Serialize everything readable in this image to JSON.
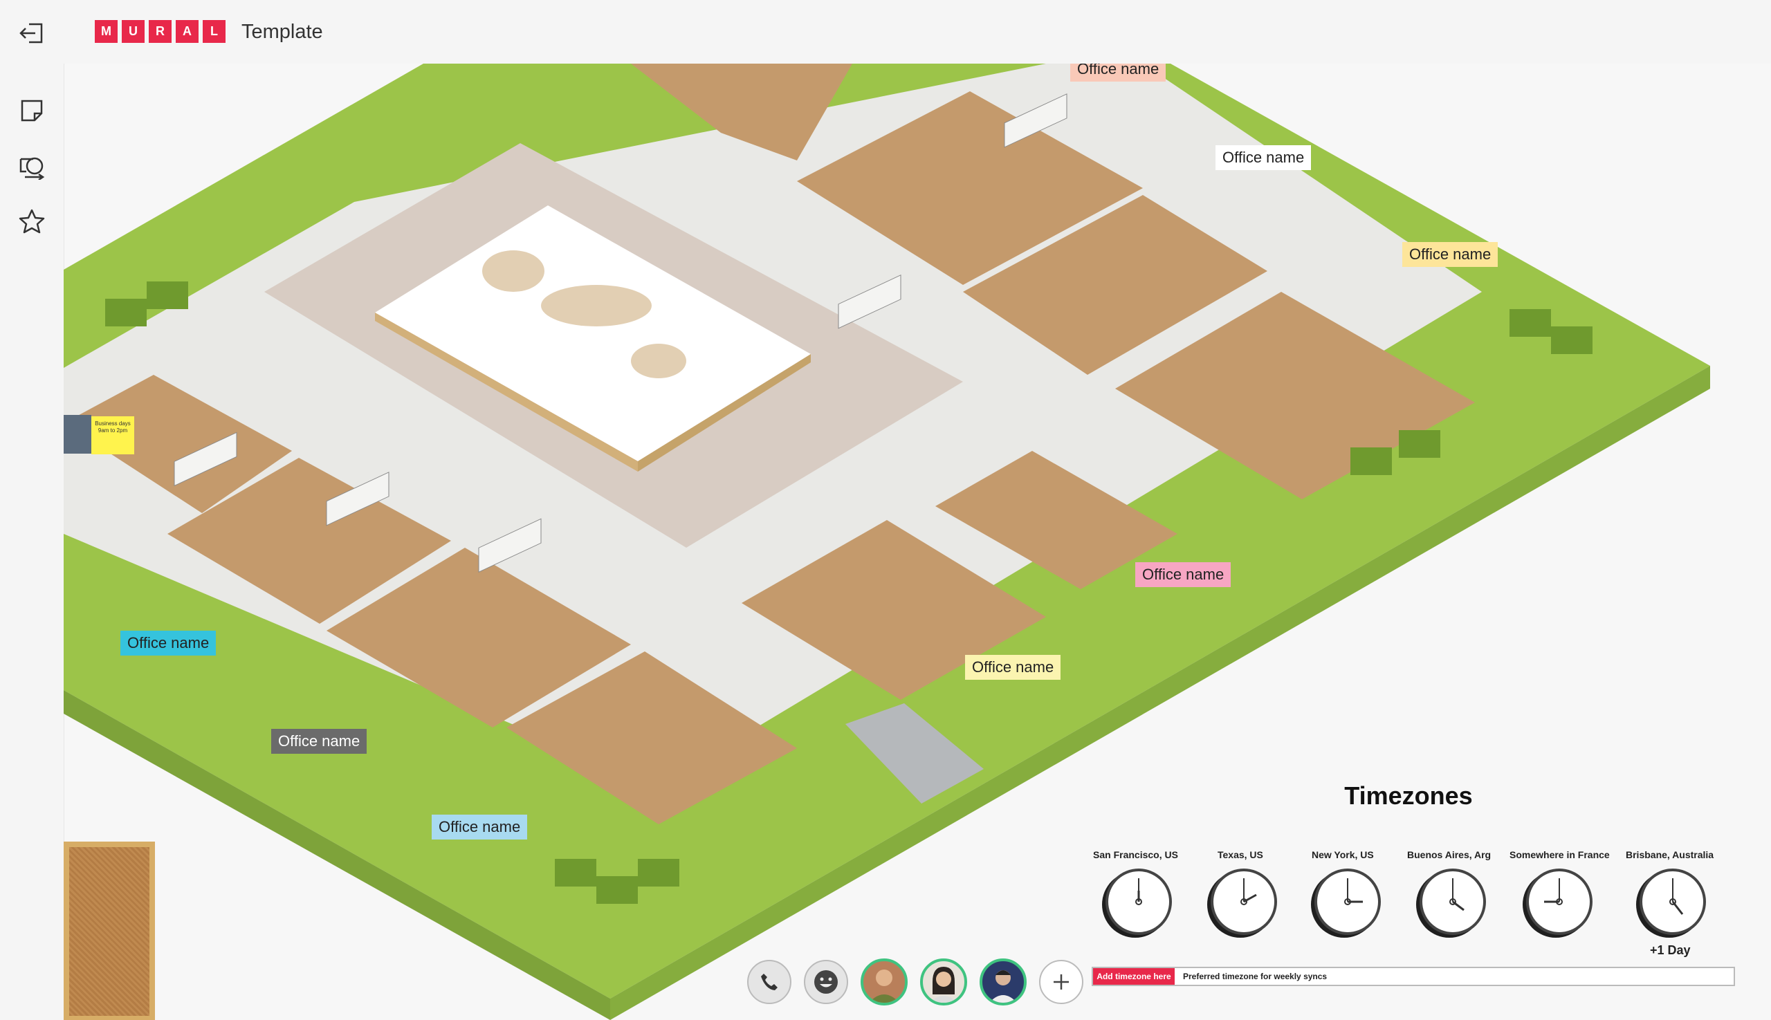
{
  "app": {
    "logo_letters": [
      "M",
      "U",
      "R",
      "A",
      "L"
    ],
    "title": "Template",
    "brand_color": "#e8284a"
  },
  "sidebar": {
    "items": [
      {
        "name": "exit-icon"
      },
      {
        "name": "sticky-note-icon"
      },
      {
        "name": "shapes-icon"
      },
      {
        "name": "star-icon"
      }
    ]
  },
  "map": {
    "office_labels": [
      {
        "text": "Office name",
        "color": "#f9c9b8"
      },
      {
        "text": "Office name",
        "color": "#ffffff"
      },
      {
        "text": "Office name",
        "color": "#fde59a"
      },
      {
        "text": "Office name",
        "color": "#f7a6c3"
      },
      {
        "text": "Office name",
        "color": "#fbf4b0"
      },
      {
        "text": "Office name",
        "color": "#35c3dd"
      },
      {
        "text": "Office name",
        "color": "#6b6b6b"
      },
      {
        "text": "Office name",
        "color": "#a8daf0"
      }
    ],
    "sticky_note": "Business days 9am to 2pm"
  },
  "timezones": {
    "title": "Timezones",
    "cities": [
      "San Francisco, US",
      "Texas, US",
      "New York, US",
      "Buenos Aires, Arg",
      "Somewhere in France",
      "Brisbane, Australia"
    ],
    "plus_day": "+1 Day",
    "add_button": "Add timezone here",
    "preferred_label": "Preferred timezone for weekly syncs"
  },
  "bottom_bar": {
    "items": [
      "phone-icon",
      "emoji-icon",
      "avatar-1",
      "avatar-2",
      "avatar-3",
      "add-icon"
    ]
  }
}
